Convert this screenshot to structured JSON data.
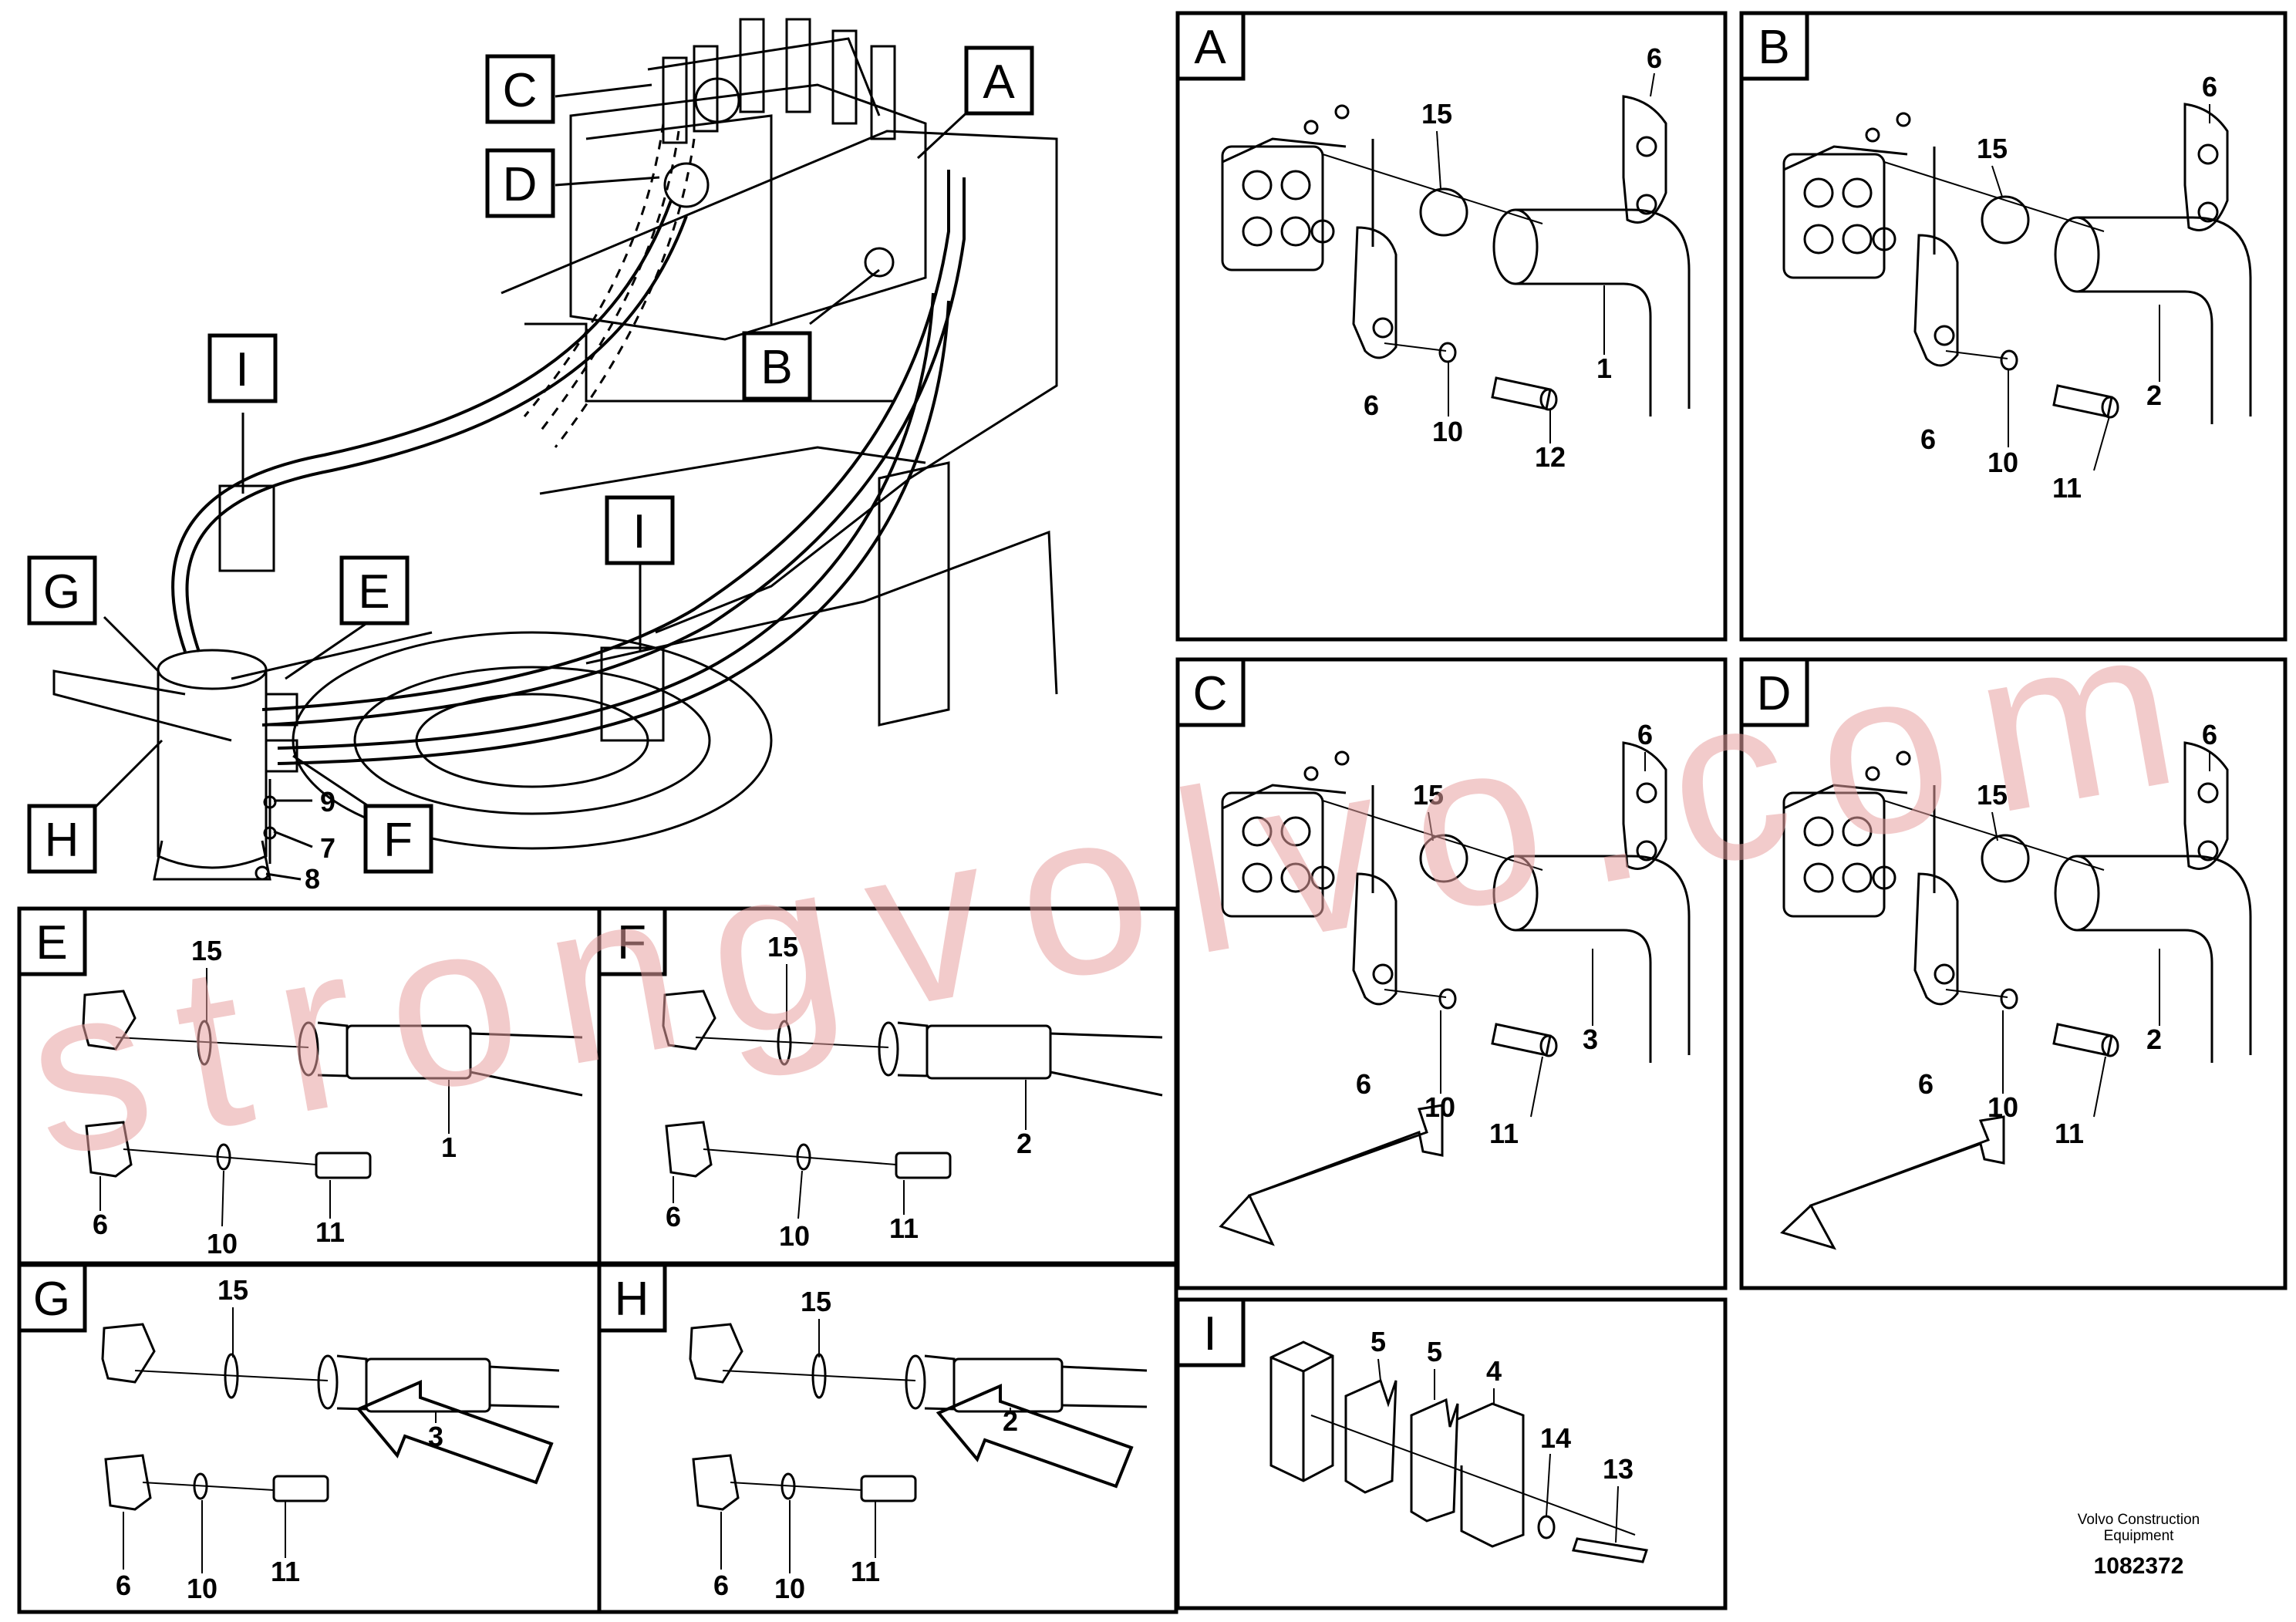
{
  "overview": {
    "callouts": [
      "C",
      "A",
      "D",
      "B",
      "I",
      "I",
      "G",
      "E",
      "H",
      "F"
    ],
    "parts": [
      "9",
      "7",
      "8"
    ]
  },
  "panels": {
    "A": {
      "title": "A",
      "labels": [
        "6",
        "15",
        "6",
        "10",
        "12",
        "1"
      ]
    },
    "B": {
      "title": "B",
      "labels": [
        "6",
        "15",
        "6",
        "10",
        "11",
        "2"
      ]
    },
    "C": {
      "title": "C",
      "labels": [
        "6",
        "15",
        "6",
        "10",
        "11",
        "3"
      ]
    },
    "D": {
      "title": "D",
      "labels": [
        "6",
        "15",
        "6",
        "10",
        "11",
        "2"
      ]
    },
    "E": {
      "title": "E",
      "labels": [
        "15",
        "1",
        "6",
        "10",
        "11"
      ]
    },
    "F": {
      "title": "F",
      "labels": [
        "15",
        "2",
        "6",
        "10",
        "11"
      ]
    },
    "G": {
      "title": "G",
      "labels": [
        "15",
        "3",
        "6",
        "10",
        "11"
      ]
    },
    "H": {
      "title": "H",
      "labels": [
        "15",
        "2",
        "6",
        "10",
        "11"
      ]
    },
    "I": {
      "title": "I",
      "labels": [
        "5",
        "5",
        "4",
        "14",
        "13"
      ]
    }
  },
  "footer": {
    "company": "Volvo Construction Equipment",
    "part_number": "1082372"
  },
  "watermark": "strongvolvo.com"
}
